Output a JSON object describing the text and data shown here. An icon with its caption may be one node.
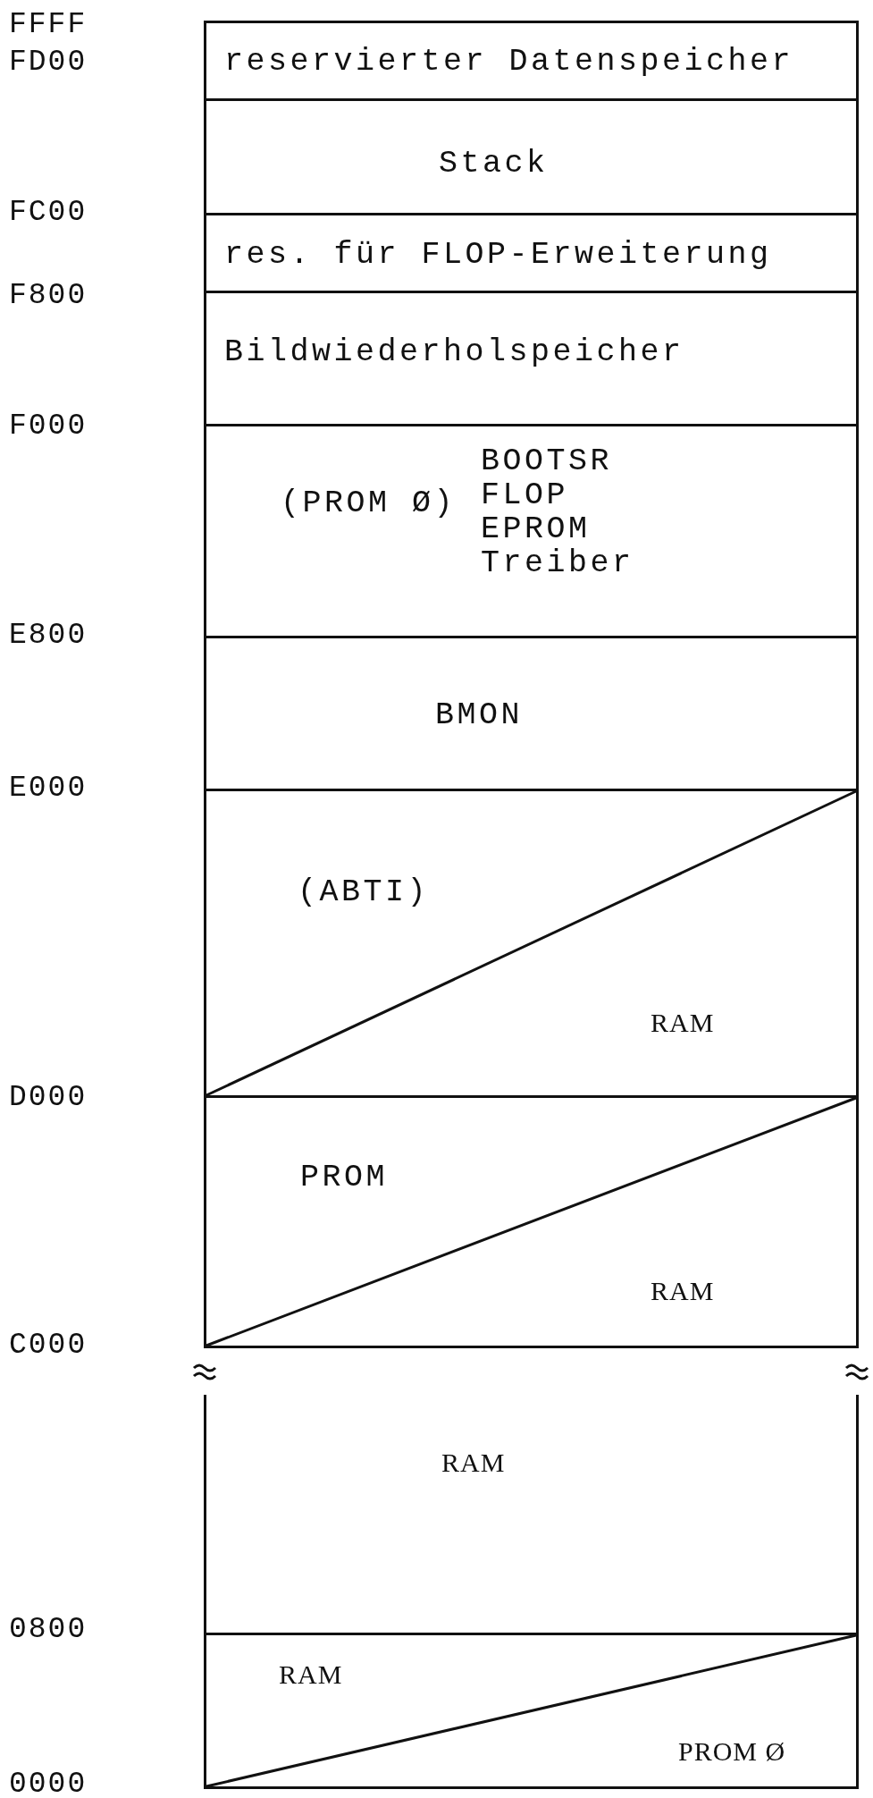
{
  "diagram": {
    "nodes": [
      {
        "text": [
          "reservierter Datenspeicher"
        ]
      },
      {
        "text": [
          "Stack"
        ]
      },
      {
        "text": [
          "res. für FLOP-Erweiterung"
        ]
      },
      {
        "text": [
          "Bildwiederholspeicher"
        ]
      },
      {
        "text": [
          "(PROM Ø)",
          "BOOTSR FLOP EPROM Treiber"
        ]
      },
      {
        "text": [
          "BMON"
        ]
      },
      {
        "text": [
          "(ABTI)",
          "RAM"
        ]
      },
      {
        "text": [
          "PROM",
          "RAM"
        ]
      },
      {
        "text": [
          "RAM"
        ]
      },
      {
        "text": [
          "RAM",
          "PROM Ø"
        ]
      }
    ],
    "labels": [
      "FFFF",
      "FD00",
      "FC00",
      "F800",
      "F000",
      "E800",
      "E000",
      "D000",
      "C000",
      "0800",
      "0000"
    ]
  }
}
